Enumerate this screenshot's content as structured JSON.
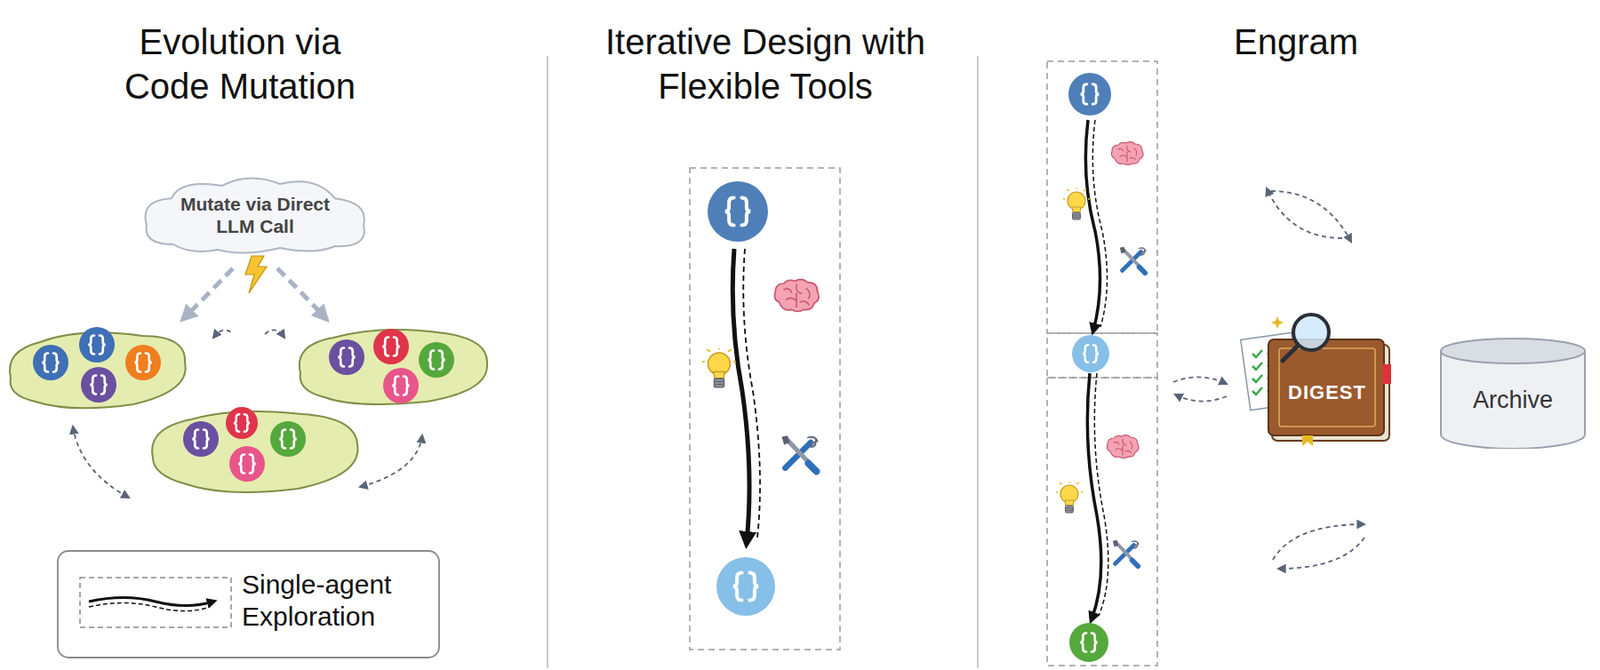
{
  "diagram": {
    "nodes": [
      {
        "text": [
          "Mutate via Direct LLM Call"
        ]
      },
      {
        "text": [
          "DIGEST"
        ]
      },
      {
        "text": [
          "Archive"
        ]
      }
    ],
    "labels": [
      "Evolution via Code Mutation",
      "Iterative Design with Flexible Tools",
      "Engram"
    ],
    "legend": [
      {
        "text": "Single-agent Exploration"
      }
    ]
  }
}
